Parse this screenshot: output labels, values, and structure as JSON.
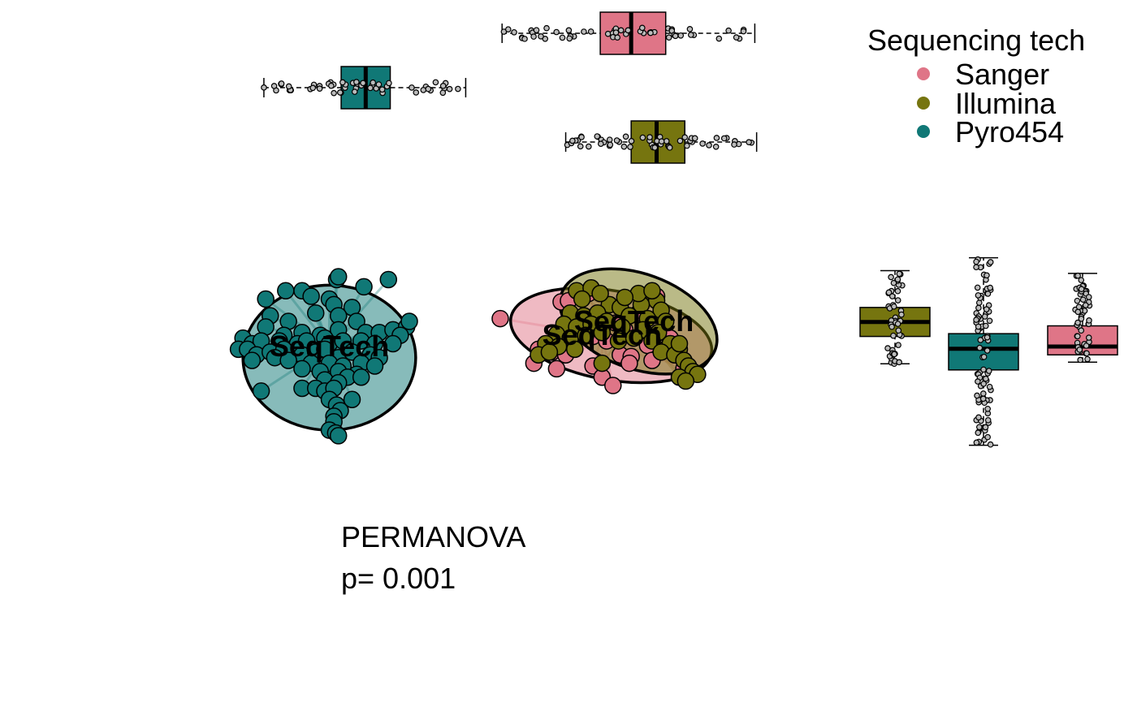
{
  "chart_data": {
    "type": "scatter",
    "title": "",
    "xlabel": "",
    "ylabel": "",
    "xlim": [
      -3.3,
      3.4
    ],
    "ylim": [
      -3.1,
      2.4
    ],
    "grid": false,
    "legend": {
      "title": "Sequencing tech",
      "placement": "top-right",
      "entries": [
        "Sanger",
        "Illumina",
        "Pyro454"
      ]
    },
    "colors": {
      "Sanger": "#DF7587",
      "Illumina": "#76750F",
      "Pyro454": "#107876"
    },
    "centroid_label": "SeqTech",
    "annotation": [
      "PERMANOVA",
      "p= 0.001"
    ],
    "groups": [
      {
        "name": "Pyro454",
        "centroid": [
          -2.0,
          0.0
        ],
        "ellipse": {
          "cx": -2.0,
          "cy": -0.2,
          "rx": 0.95,
          "ry": 1.3
        },
        "points": [
          [
            -1.92,
            1.2
          ],
          [
            -1.9,
            1.25
          ],
          [
            -1.62,
            1.07
          ],
          [
            -2.3,
            1.0
          ],
          [
            -2.48,
            1.0
          ],
          [
            -2.2,
            0.9
          ],
          [
            -2.0,
            0.85
          ],
          [
            -1.95,
            0.75
          ],
          [
            -1.75,
            0.7
          ],
          [
            -2.7,
            0.85
          ],
          [
            -2.65,
            0.55
          ],
          [
            -2.15,
            0.6
          ],
          [
            -1.9,
            0.55
          ],
          [
            -2.7,
            0.35
          ],
          [
            -2.45,
            0.45
          ],
          [
            -2.5,
            0.2
          ],
          [
            -2.3,
            0.25
          ],
          [
            -2.1,
            0.2
          ],
          [
            -1.9,
            0.3
          ],
          [
            -1.7,
            0.45
          ],
          [
            -1.6,
            0.25
          ],
          [
            -1.45,
            0.25
          ],
          [
            -1.3,
            0.3
          ],
          [
            -1.15,
            0.35
          ],
          [
            -1.12,
            0.45
          ],
          [
            -1.22,
            0.2
          ],
          [
            -2.95,
            0.15
          ],
          [
            -2.85,
            0.05
          ],
          [
            -2.75,
            0.1
          ],
          [
            -2.55,
            0.1
          ],
          [
            -2.35,
            0.05
          ],
          [
            -2.25,
            0.1
          ],
          [
            -2.05,
            0.15
          ],
          [
            -2.0,
            0.05
          ],
          [
            -1.85,
            0.1
          ],
          [
            -1.65,
            0.1
          ],
          [
            -1.5,
            0.05
          ],
          [
            -1.3,
            0.05
          ],
          [
            -3.0,
            -0.05
          ],
          [
            -2.9,
            -0.05
          ],
          [
            -2.8,
            -0.15
          ],
          [
            -2.65,
            -0.1
          ],
          [
            -2.5,
            -0.05
          ],
          [
            -2.3,
            -0.15
          ],
          [
            -2.15,
            -0.1
          ],
          [
            -2.05,
            -0.05
          ],
          [
            -1.9,
            -0.2
          ],
          [
            -1.75,
            -0.1
          ],
          [
            -1.55,
            -0.15
          ],
          [
            -1.45,
            -0.2
          ],
          [
            -2.85,
            -0.25
          ],
          [
            -2.6,
            -0.2
          ],
          [
            -2.45,
            -0.25
          ],
          [
            -2.2,
            -0.3
          ],
          [
            -2.0,
            -0.3
          ],
          [
            -1.85,
            -0.35
          ],
          [
            -1.65,
            -0.3
          ],
          [
            -1.5,
            -0.35
          ],
          [
            -2.3,
            -0.4
          ],
          [
            -2.1,
            -0.45
          ],
          [
            -1.9,
            -0.45
          ],
          [
            -1.7,
            -0.5
          ],
          [
            -1.8,
            -0.55
          ],
          [
            -1.65,
            -0.55
          ],
          [
            -2.05,
            -0.6
          ],
          [
            -1.9,
            -0.65
          ],
          [
            -2.3,
            -0.75
          ],
          [
            -2.15,
            -0.75
          ],
          [
            -2.05,
            -0.8
          ],
          [
            -1.95,
            -0.75
          ],
          [
            -2.0,
            -0.95
          ],
          [
            -1.92,
            -1.05
          ],
          [
            -1.88,
            -1.15
          ],
          [
            -1.95,
            -1.25
          ],
          [
            -1.95,
            -1.35
          ],
          [
            -2.0,
            -1.5
          ],
          [
            -1.93,
            -1.55
          ],
          [
            -1.9,
            -1.6
          ],
          [
            -1.35,
            1.2
          ],
          [
            -2.75,
            -0.8
          ],
          [
            -1.75,
            -0.95
          ]
        ]
      },
      {
        "name": "Sanger",
        "centroid": [
          1.0,
          0.2
        ],
        "ellipse": {
          "cx": 1.1,
          "cy": 0.2,
          "rx": 1.12,
          "ry": 0.8,
          "angle": 10
        },
        "points": [
          [
            -0.12,
            0.5
          ],
          [
            0.55,
            0.8
          ],
          [
            0.63,
            0.82
          ],
          [
            0.65,
            0.55
          ],
          [
            1.0,
            0.45
          ],
          [
            1.15,
            0.42
          ],
          [
            1.25,
            0.3
          ],
          [
            1.45,
            0.25
          ],
          [
            1.58,
            0.2
          ],
          [
            1.75,
            0.15
          ],
          [
            0.6,
            0.2
          ],
          [
            0.9,
            0.18
          ],
          [
            1.05,
            0.1
          ],
          [
            1.5,
            0.02
          ],
          [
            1.7,
            -0.05
          ],
          [
            0.3,
            -0.05
          ],
          [
            0.45,
            -0.1
          ],
          [
            0.6,
            -0.15
          ],
          [
            1.2,
            -0.15
          ],
          [
            1.32,
            -0.18
          ],
          [
            1.55,
            -0.25
          ],
          [
            0.9,
            -0.35
          ],
          [
            1.3,
            -0.3
          ],
          [
            0.5,
            -0.4
          ],
          [
            1.0,
            -0.55
          ],
          [
            1.12,
            -0.7
          ],
          [
            1.6,
            0.9
          ],
          [
            0.75,
            0.5
          ],
          [
            1.9,
            -0.4
          ],
          [
            0.25,
            -0.3
          ],
          [
            1.4,
            0.6
          ],
          [
            0.85,
            0.95
          ]
        ]
      },
      {
        "name": "Illumina",
        "centroid": [
          1.35,
          0.45
        ],
        "ellipse": {
          "cx": 1.4,
          "cy": 0.45,
          "rx": 0.9,
          "ry": 0.85,
          "angle": 20
        },
        "points": [
          [
            0.72,
            1.0
          ],
          [
            0.88,
            1.05
          ],
          [
            1.5,
            0.92
          ],
          [
            1.6,
            0.82
          ],
          [
            0.78,
            0.85
          ],
          [
            1.08,
            0.75
          ],
          [
            1.2,
            0.7
          ],
          [
            1.43,
            0.75
          ],
          [
            1.65,
            0.65
          ],
          [
            0.65,
            0.6
          ],
          [
            0.8,
            0.55
          ],
          [
            0.95,
            0.6
          ],
          [
            1.3,
            0.55
          ],
          [
            1.5,
            0.5
          ],
          [
            1.7,
            0.45
          ],
          [
            0.58,
            0.4
          ],
          [
            0.72,
            0.35
          ],
          [
            0.88,
            0.4
          ],
          [
            1.05,
            0.45
          ],
          [
            1.22,
            0.35
          ],
          [
            1.45,
            0.3
          ],
          [
            1.62,
            0.25
          ],
          [
            0.5,
            0.22
          ],
          [
            0.65,
            0.15
          ],
          [
            0.82,
            0.2
          ],
          [
            1.0,
            0.25
          ],
          [
            1.18,
            0.1
          ],
          [
            1.35,
            0.15
          ],
          [
            1.55,
            0.1
          ],
          [
            1.75,
            0.05
          ],
          [
            1.85,
            -0.05
          ],
          [
            0.38,
            0.05
          ],
          [
            0.52,
            0.0
          ],
          [
            0.7,
            -0.05
          ],
          [
            1.65,
            -0.1
          ],
          [
            1.8,
            -0.15
          ],
          [
            1.9,
            -0.25
          ],
          [
            1.95,
            -0.35
          ],
          [
            2.0,
            -0.45
          ],
          [
            2.05,
            -0.5
          ],
          [
            0.3,
            -0.15
          ],
          [
            0.42,
            -0.1
          ],
          [
            1.0,
            -0.3
          ],
          [
            1.85,
            -0.55
          ],
          [
            1.92,
            -0.62
          ],
          [
            1.4,
            0.95
          ],
          [
            1.55,
            1.0
          ],
          [
            0.98,
            0.95
          ],
          [
            1.25,
            0.88
          ],
          [
            1.85,
            0.05
          ]
        ]
      }
    ],
    "top_boxplots": [
      {
        "group": "Sanger",
        "min": -0.1,
        "q1": 0.98,
        "median": 1.32,
        "q3": 1.7,
        "max": 2.68
      },
      {
        "group": "Illumina",
        "min": 0.6,
        "q1": 1.32,
        "median": 1.6,
        "q3": 1.91,
        "max": 2.7
      },
      {
        "group": "Pyro454",
        "min": -2.72,
        "q1": -1.87,
        "median": -1.6,
        "q3": -1.33,
        "max": -0.5
      }
    ],
    "right_boxplots": [
      {
        "group": "Illumina",
        "min": -0.31,
        "q1": 0.18,
        "median": 0.44,
        "q3": 0.7,
        "max": 1.36
      },
      {
        "group": "Pyro454",
        "min": -1.77,
        "q1": -0.42,
        "median": -0.04,
        "q3": 0.23,
        "max": 1.59
      },
      {
        "group": "Sanger",
        "min": -0.28,
        "q1": -0.15,
        "median": 0.0,
        "q3": 0.37,
        "max": 1.31
      }
    ]
  }
}
